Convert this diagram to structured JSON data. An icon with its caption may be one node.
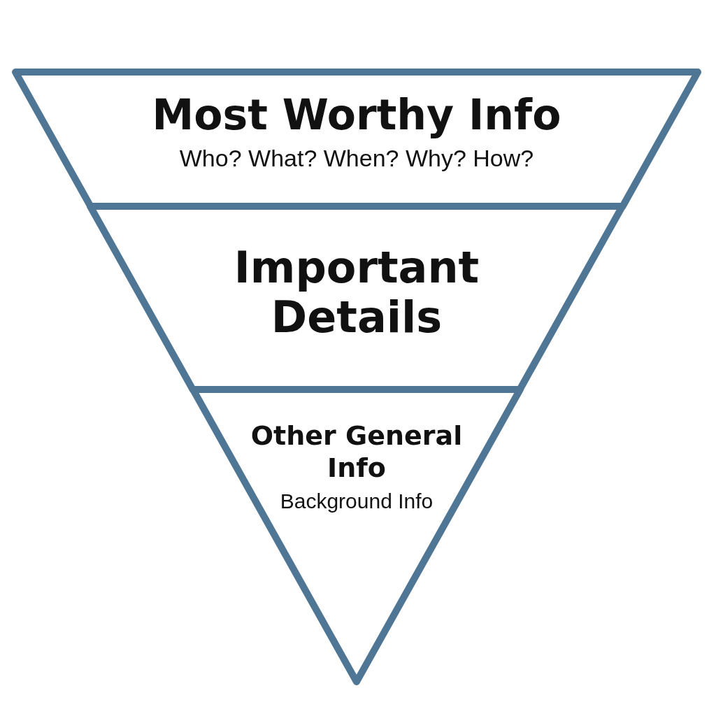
{
  "diagram": {
    "nodes": [
      {
        "text": [
          "Most Worthy Info",
          "Who? What? When? Why? How?"
        ]
      },
      {
        "text": [
          "Important Details"
        ]
      },
      {
        "text": [
          "Other General Info",
          "Background Info"
        ]
      }
    ]
  }
}
